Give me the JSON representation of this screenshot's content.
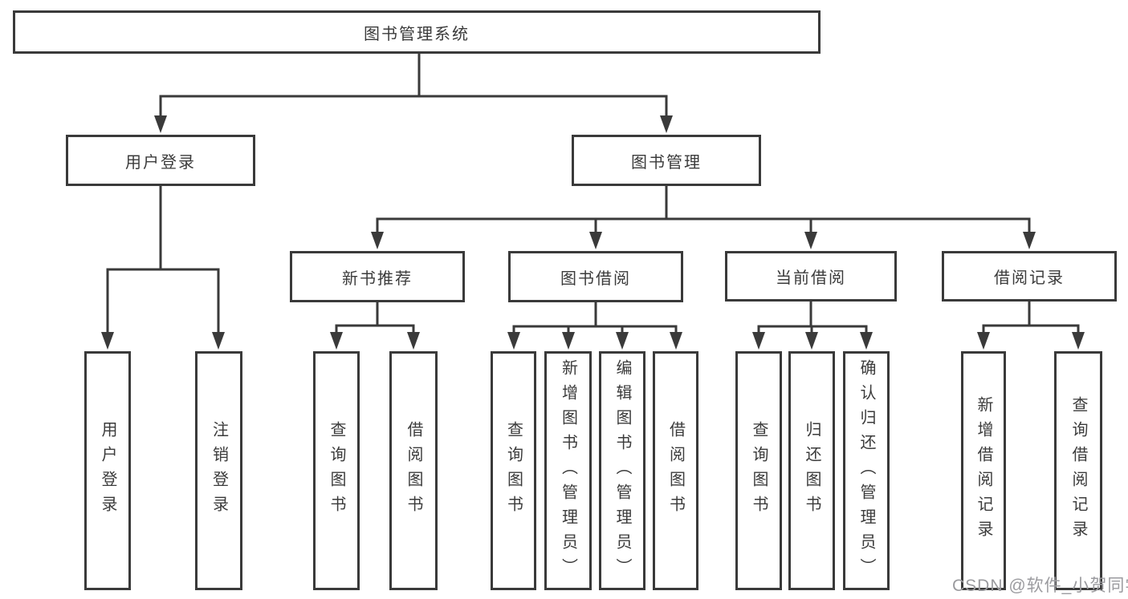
{
  "colors": {
    "line": "#3a3a3a",
    "text": "#3b3b3b",
    "box_background": "#ffffff",
    "page_background": "#ffffff",
    "watermark": "#9b9b9f"
  },
  "watermark": "CSDN @软件_小贺同学",
  "tree": {
    "root": {
      "label": "图书管理系统",
      "children": [
        {
          "label": "用户登录",
          "children": [
            {
              "label": "用户登录"
            },
            {
              "label": "注销登录"
            }
          ]
        },
        {
          "label": "图书管理",
          "children": [
            {
              "label": "新书推荐",
              "children": [
                {
                  "label": "查询图书"
                },
                {
                  "label": "借阅图书"
                }
              ]
            },
            {
              "label": "图书借阅",
              "children": [
                {
                  "label": "查询图书"
                },
                {
                  "label": "新增图书（管理员）"
                },
                {
                  "label": "编辑图书（管理员）"
                },
                {
                  "label": "借阅图书"
                }
              ]
            },
            {
              "label": "当前借阅",
              "children": [
                {
                  "label": "查询图书"
                },
                {
                  "label": "归还图书"
                },
                {
                  "label": "确认归还（管理员）"
                }
              ]
            },
            {
              "label": "借阅记录",
              "children": [
                {
                  "label": "新增借阅记录"
                },
                {
                  "label": "查询借阅记录"
                }
              ]
            }
          ]
        }
      ]
    }
  }
}
